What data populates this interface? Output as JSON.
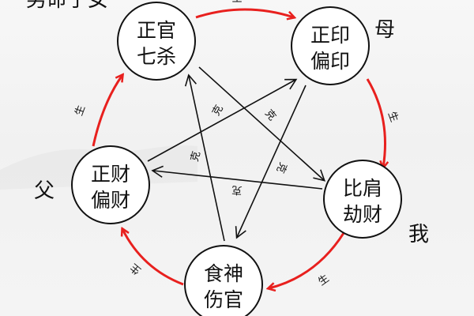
{
  "outer_labels": {
    "top_left": "男命子女",
    "mother": "母",
    "self": "我",
    "father": "父"
  },
  "nodes": [
    {
      "line1": "正官",
      "line2": "七杀"
    },
    {
      "line1": "正印",
      "line2": "偏印"
    },
    {
      "line1": "比肩",
      "line2": "劫财"
    },
    {
      "line1": "食神",
      "line2": "伤官"
    },
    {
      "line1": "正财",
      "line2": "偏财"
    }
  ],
  "generate_label": "生",
  "control_label": "克",
  "colors": {
    "generate": "#e8201e",
    "control": "#111111",
    "node_border": "#111111"
  }
}
